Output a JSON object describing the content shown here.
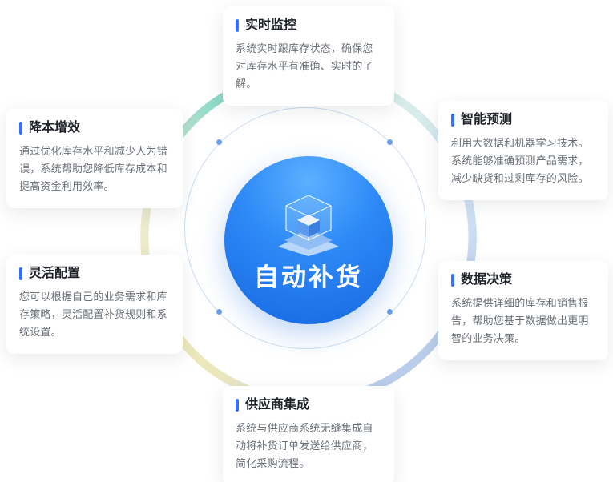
{
  "diagram": {
    "center": {
      "title": "自动补货",
      "icon": "isometric-cube-illustration"
    },
    "cards": [
      {
        "title": "实时监控",
        "description": "系统实时跟库存状态，确保您对库存水平有准确、实时的了解。"
      },
      {
        "title": "降本增效",
        "description": "通过优化库存水平和减少人为错误，系统帮助您降低库存成本和提高资金利用效率。"
      },
      {
        "title": "智能预测",
        "description": "利用大数据和机器学习技术。系统能够准确预测产品需求，减少缺货和过剩库存的风险。"
      },
      {
        "title": "灵活配置",
        "description": "您可以根据自己的业务需求和库存策略，灵活配置补货规则和系统设置。"
      },
      {
        "title": "数据决策",
        "description": "系统提供详细的库存和销售报告，帮助您基于数据做出更明智的业务决策。"
      },
      {
        "title": "供应商集成",
        "description": "系统与供应商系统无缝集成自动将补货订单发送给供应商，简化采购流程。"
      }
    ],
    "colors": {
      "accent_blue": "#3370ff",
      "center_circle_top": "#5cb0ff",
      "center_circle_bottom": "#1667e0",
      "ring_teal": "#7fd4c2",
      "ring_blue": "#b9cdeb",
      "ring_yellow": "#ece7ba",
      "title_text": "#1f2329",
      "body_text": "#696f76"
    }
  }
}
